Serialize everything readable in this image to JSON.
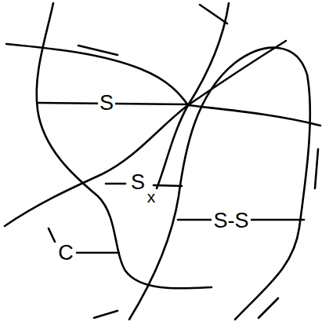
{
  "diagram": {
    "labels": [
      "S",
      "S",
      "x",
      "S-S",
      "C"
    ]
  }
}
